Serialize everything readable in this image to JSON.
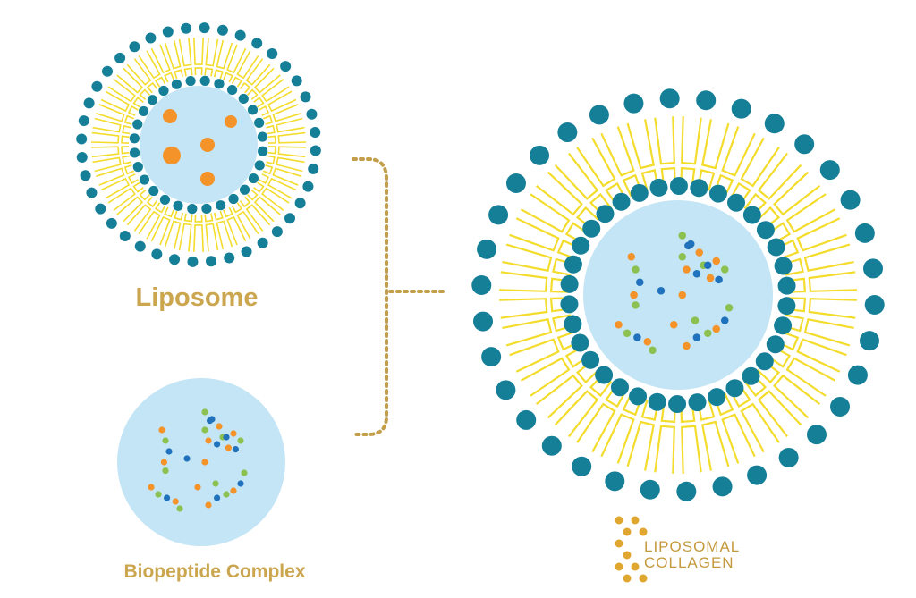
{
  "liposome": {
    "label": "Liposome",
    "contents": "orange-particles"
  },
  "biopeptide": {
    "label": "Biopeptide Complex",
    "contents": "peptide-chains"
  },
  "product": {
    "logo_line1": "LIPOSOMAL",
    "logo_line2": "COLLAGEN",
    "contents": "peptide-chains"
  },
  "colors": {
    "head": "#157f98",
    "tail": "#f3dc2c",
    "core": "#c4e5f5",
    "orange": "#f3932a",
    "green": "#8cc151",
    "blue": "#1f72bb",
    "gold_text": "#cba64f",
    "connector": "#c39f4c",
    "logo_dot": "#dfa630",
    "logo_text": "#c59a3e"
  }
}
